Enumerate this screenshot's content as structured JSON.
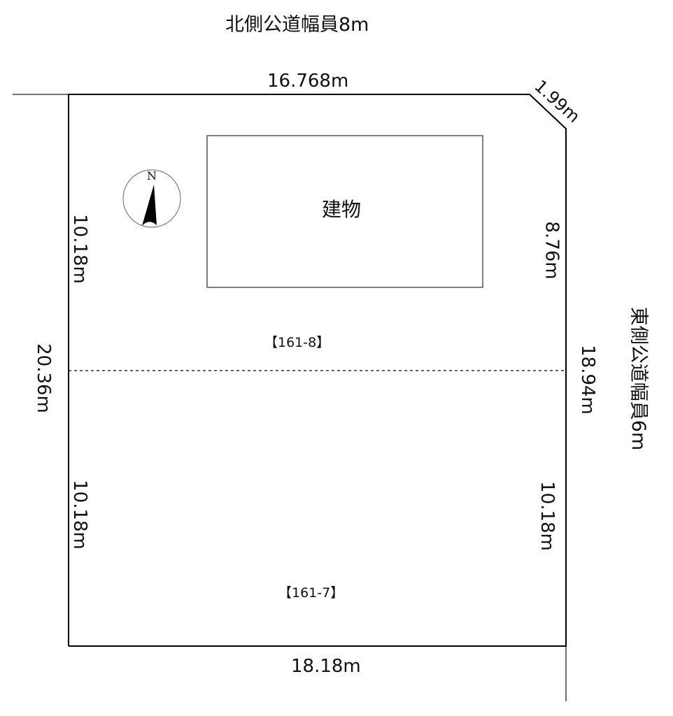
{
  "roads": {
    "north": "北側公道幅員8m",
    "east": "東側公道幅員6m"
  },
  "dimensions": {
    "top": "16.768m",
    "corner_cut": "1.99m",
    "bottom": "18.18m",
    "left_total": "20.36m",
    "left_upper": "10.18m",
    "left_lower": "10.18m",
    "right_total": "18.94m",
    "right_upper": "8.76m",
    "right_lower": "10.18m"
  },
  "lots": {
    "upper": "【161-8】",
    "lower": "【161-7】"
  },
  "building": {
    "label": "建物"
  },
  "compass": {
    "north_label": "N"
  },
  "colors": {
    "line": "#000000",
    "building_border": "#555555",
    "background": "#ffffff"
  }
}
